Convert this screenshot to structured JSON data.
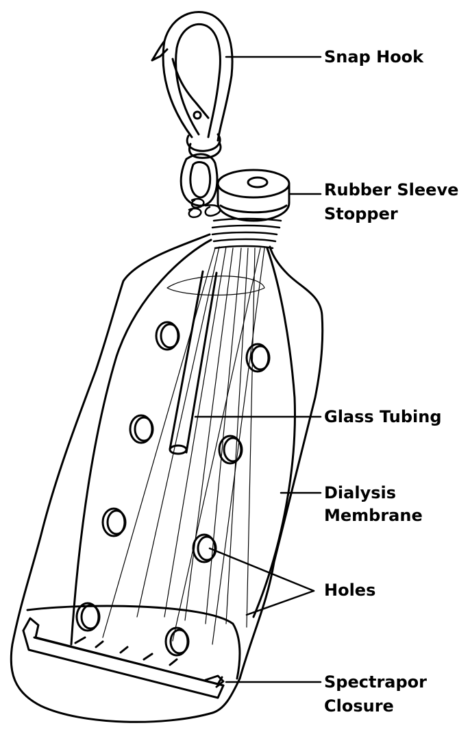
{
  "labels": {
    "snap_hook": "Snap Hook",
    "rubber_sleeve_stopper": [
      "Rubber Sleeve",
      "Stopper"
    ],
    "glass_tubing": "Glass Tubing",
    "dialysis_membrane": [
      "Dialysis",
      "Membrane"
    ],
    "holes": "Holes",
    "spectrapor_closure": [
      "Spectrapor",
      "Closure"
    ]
  },
  "colors": {
    "line": "#000000",
    "background": "#ffffff"
  }
}
